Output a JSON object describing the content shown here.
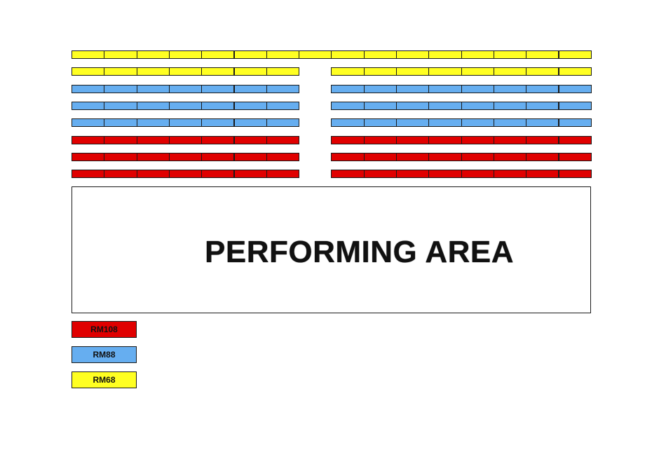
{
  "stage": {
    "label": "PERFORMING AREA"
  },
  "tiers": {
    "RM108": {
      "label": "RM108",
      "color": "#e00000"
    },
    "RM88": {
      "label": "RM88",
      "color": "#66aef0"
    },
    "RM68": {
      "label": "RM68",
      "color": "#ffff22"
    }
  },
  "legend": [
    {
      "tier": "RM108",
      "label": "RM108",
      "color": "#e00000"
    },
    {
      "tier": "RM88",
      "label": "RM88",
      "color": "#66aef0"
    },
    {
      "tier": "RM68",
      "label": "RM68",
      "color": "#ffff22"
    }
  ],
  "seating": {
    "seats_per_row_full": 16,
    "aisle_after_seat": 7,
    "rows": [
      {
        "row": 1,
        "tier": "RM68",
        "aisle": false
      },
      {
        "row": 2,
        "tier": "RM68",
        "aisle": true
      },
      {
        "row": 3,
        "tier": "RM88",
        "aisle": true
      },
      {
        "row": 4,
        "tier": "RM88",
        "aisle": true
      },
      {
        "row": 5,
        "tier": "RM88",
        "aisle": true
      },
      {
        "row": 6,
        "tier": "RM108",
        "aisle": true
      },
      {
        "row": 7,
        "tier": "RM108",
        "aisle": true
      },
      {
        "row": 8,
        "tier": "RM108",
        "aisle": true
      }
    ]
  }
}
